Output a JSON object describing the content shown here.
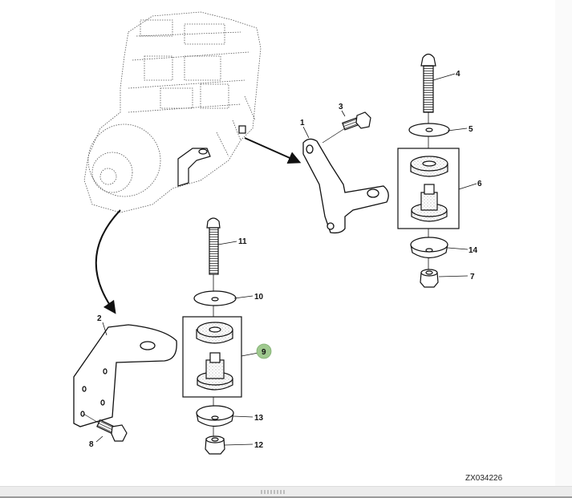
{
  "diagram": {
    "type": "exploded-parts-view",
    "reference_code": "ZX034226",
    "callouts": [
      {
        "id": "1",
        "label": "1",
        "part": "right bracket"
      },
      {
        "id": "2",
        "label": "2",
        "part": "left bracket"
      },
      {
        "id": "3",
        "label": "3",
        "part": "flange bolt"
      },
      {
        "id": "4",
        "label": "4",
        "part": "cap screw"
      },
      {
        "id": "5",
        "label": "5",
        "part": "washer"
      },
      {
        "id": "6",
        "label": "6",
        "part": "isolator kit"
      },
      {
        "id": "7",
        "label": "7",
        "part": "flange nut"
      },
      {
        "id": "8",
        "label": "8",
        "part": "flange bolt"
      },
      {
        "id": "9",
        "label": "9",
        "part": "isolator kit",
        "highlighted": true
      },
      {
        "id": "10",
        "label": "10",
        "part": "washer"
      },
      {
        "id": "11",
        "label": "11",
        "part": "cap screw"
      },
      {
        "id": "12",
        "label": "12",
        "part": "flange nut"
      },
      {
        "id": "13",
        "label": "13",
        "part": "cup washer"
      },
      {
        "id": "14",
        "label": "14",
        "part": "cup washer"
      }
    ],
    "highlight_color": "#9fc98f"
  },
  "ui": {
    "resize_grip": "drag-handle"
  }
}
